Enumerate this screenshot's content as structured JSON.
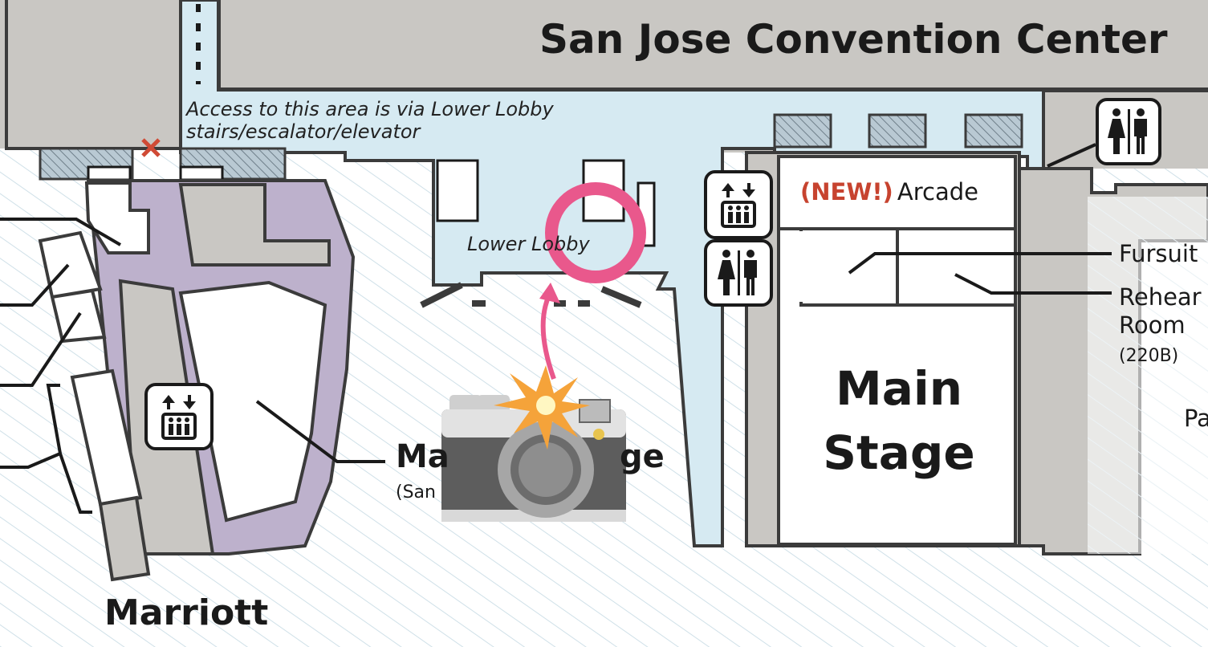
{
  "map": {
    "title": "San Jose Convention Center",
    "access_note_line1": "Access to this area is via Lower Lobby",
    "access_note_line2": "stairs/escalator/elevator",
    "lower_lobby": "Lower Lobby",
    "arcade_badge": "(NEW!)",
    "arcade": "Arcade",
    "fursuit": "Fursuit",
    "rehearsal_line1": "Rehear",
    "rehearsal_line2": "Room",
    "rehearsal_room_number": "(220B)",
    "main_stage_line1": "Main",
    "main_stage_line2": "Stage",
    "marriott_stage_left": "Ma",
    "marriott_stage_right": "ge",
    "marriott_stage_sub": "(San",
    "right_cut_label": "Pa",
    "marriott": "Marriott"
  },
  "icons": [
    "elevator-icon",
    "restroom-icon",
    "escalator-icon",
    "closed-x-icon",
    "camera-flash-icon",
    "highlight-circle",
    "arrow-icon"
  ],
  "colors": {
    "building_gray": "#c9c7c3",
    "corridor_blue": "#d6eaf2",
    "marriott_purple": "#bdb1cc",
    "highlight_pink": "#e9588c",
    "outline": "#3b3b3b",
    "new_red": "#c7432f"
  }
}
